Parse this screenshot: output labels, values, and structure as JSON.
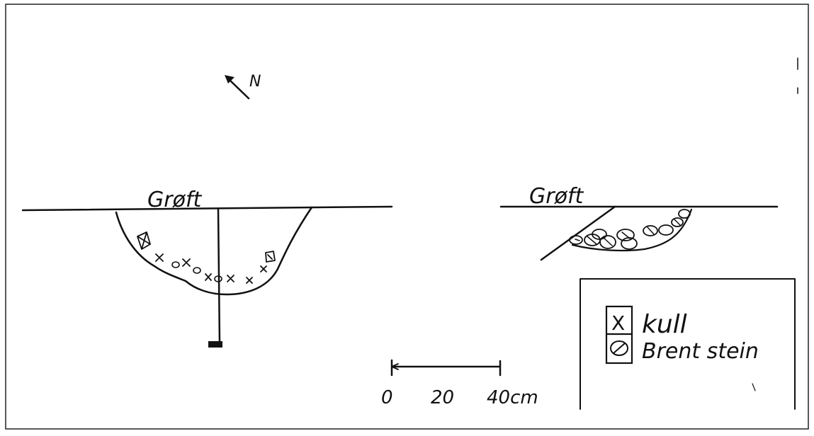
{
  "north_label": "N",
  "profile_left": {
    "label": "Grøft"
  },
  "profile_right": {
    "label": "Grøft"
  },
  "scale_bar": {
    "ticks": [
      "0",
      "20",
      "40cm"
    ]
  },
  "legend": {
    "items": [
      {
        "symbol": "X",
        "label": "kull",
        "icon": "charcoal-cross-icon"
      },
      {
        "symbol": "⊘",
        "label": "Brent stein",
        "icon": "burnt-stone-icon"
      }
    ]
  }
}
